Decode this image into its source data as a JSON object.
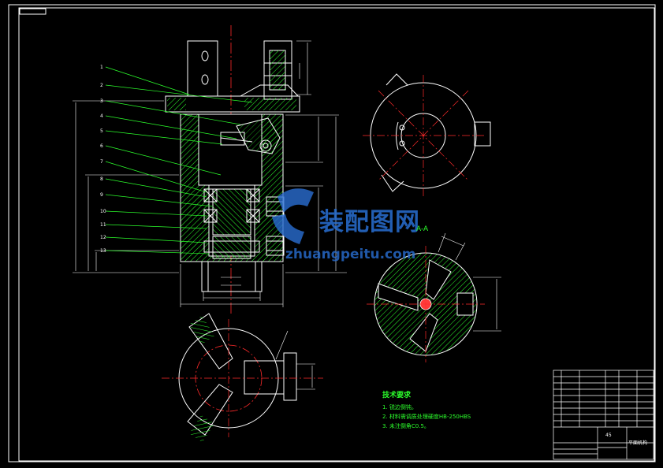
{
  "watermark": {
    "brand_text": "装配图网",
    "url_text": "zhuangpeitu.com"
  },
  "technical_requirements": {
    "title": "技术要求",
    "lines": [
      "1. 锐边倒钝。",
      "2. 材料需调质处理硬度HB-250HBS",
      "3. 未注倒角C0.5。"
    ]
  },
  "title_block": {
    "drawing_name": "平面机构",
    "material": "45"
  },
  "section_label": "A-A",
  "leader_numbers": [
    "1",
    "2",
    "3",
    "4",
    "5",
    "6",
    "7",
    "8",
    "9",
    "10",
    "11",
    "12",
    "13"
  ],
  "colors": {
    "background": "#000000",
    "outline": "#ffffff",
    "centerline": "#ff2a2a",
    "hatch": "#2cff2c",
    "dimension": "#ffffff",
    "watermark": "#2a6ed2"
  }
}
